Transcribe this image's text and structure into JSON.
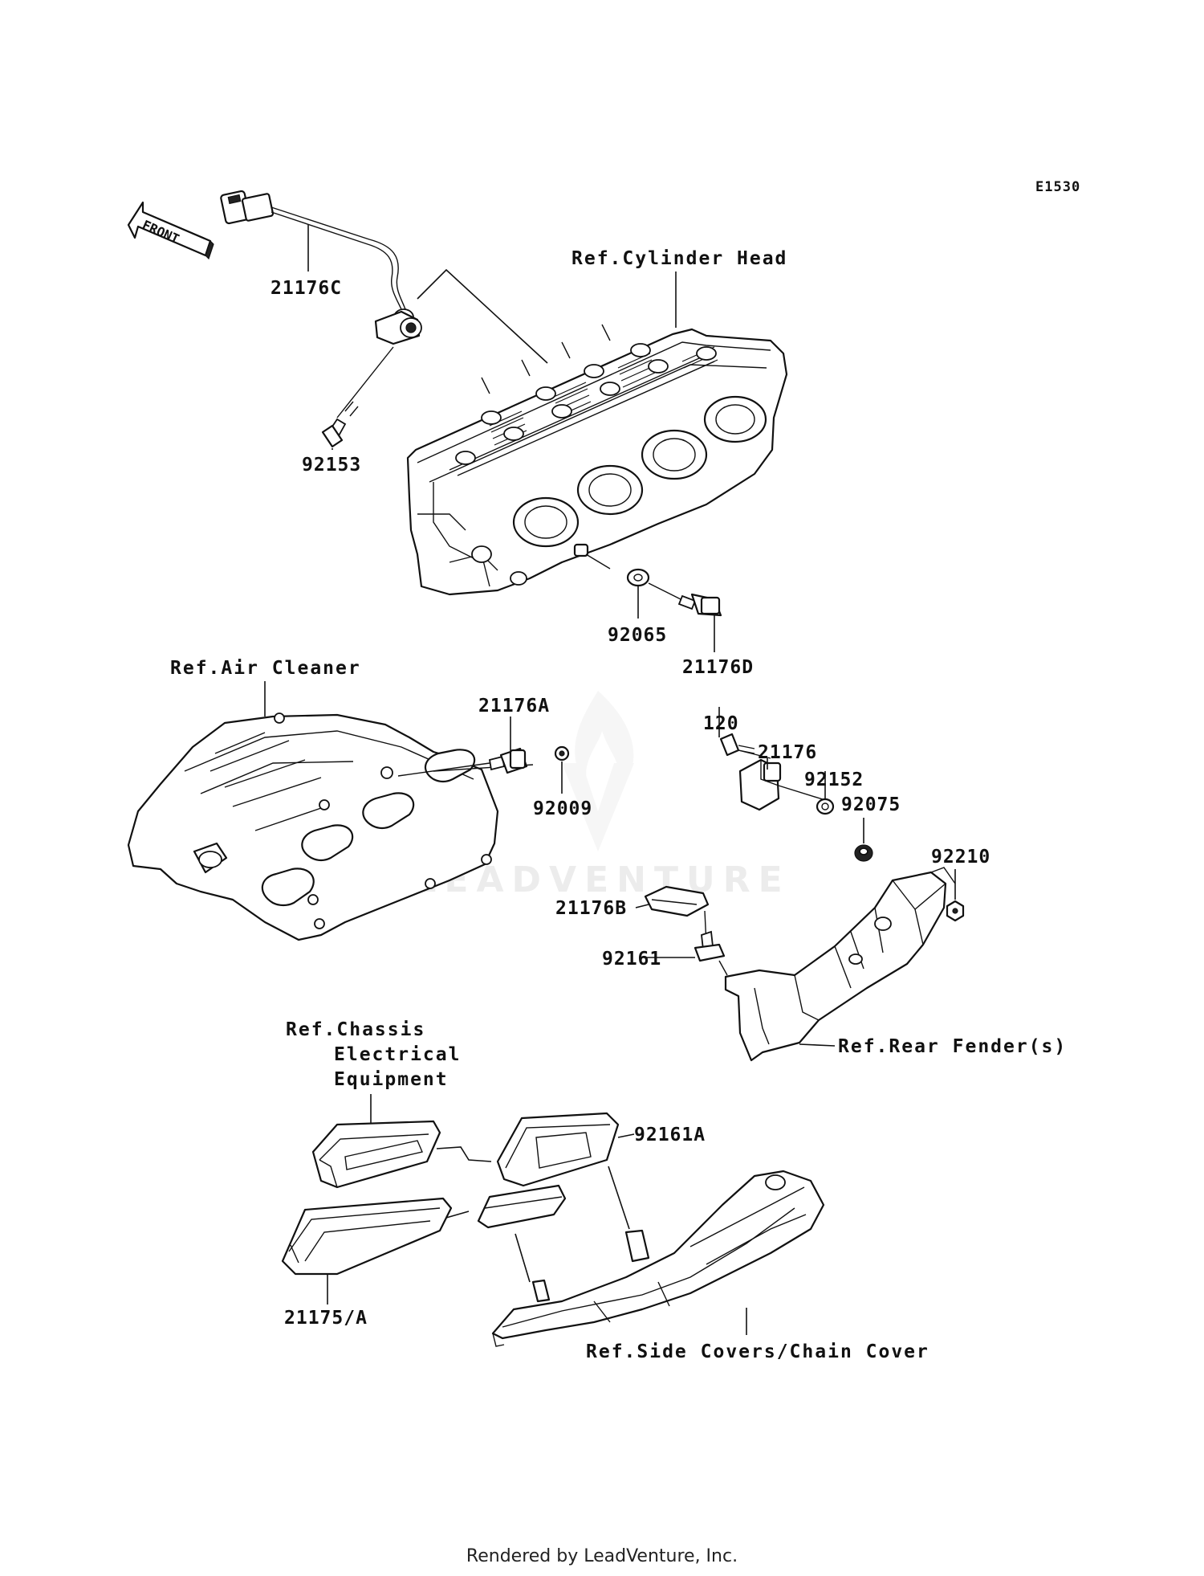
{
  "diagram_code": "E1530",
  "front_arrow_label": "FRONT",
  "parts": {
    "p21176C": "21176C",
    "p92153": "92153",
    "p92065": "92065",
    "p21176D": "21176D",
    "p21176A": "21176A",
    "p92009": "92009",
    "p120": "120",
    "p21176": "21176",
    "p92152": "92152",
    "p92075": "92075",
    "p92210": "92210",
    "p21176B": "21176B",
    "p92161": "92161",
    "p92161A": "92161A",
    "p21175A": "21175/A"
  },
  "references": {
    "cylinder_head": "Ref.Cylinder Head",
    "air_cleaner": "Ref.Air Cleaner",
    "rear_fender": "Ref.Rear Fender(s)",
    "chassis_line1": "Ref.Chassis",
    "chassis_line2": "Electrical",
    "chassis_line3": "Equipment",
    "side_covers": "Ref.Side Covers/Chain Cover"
  },
  "watermark": "LEADVENTURE",
  "footer": "Rendered by LeadVenture, Inc."
}
